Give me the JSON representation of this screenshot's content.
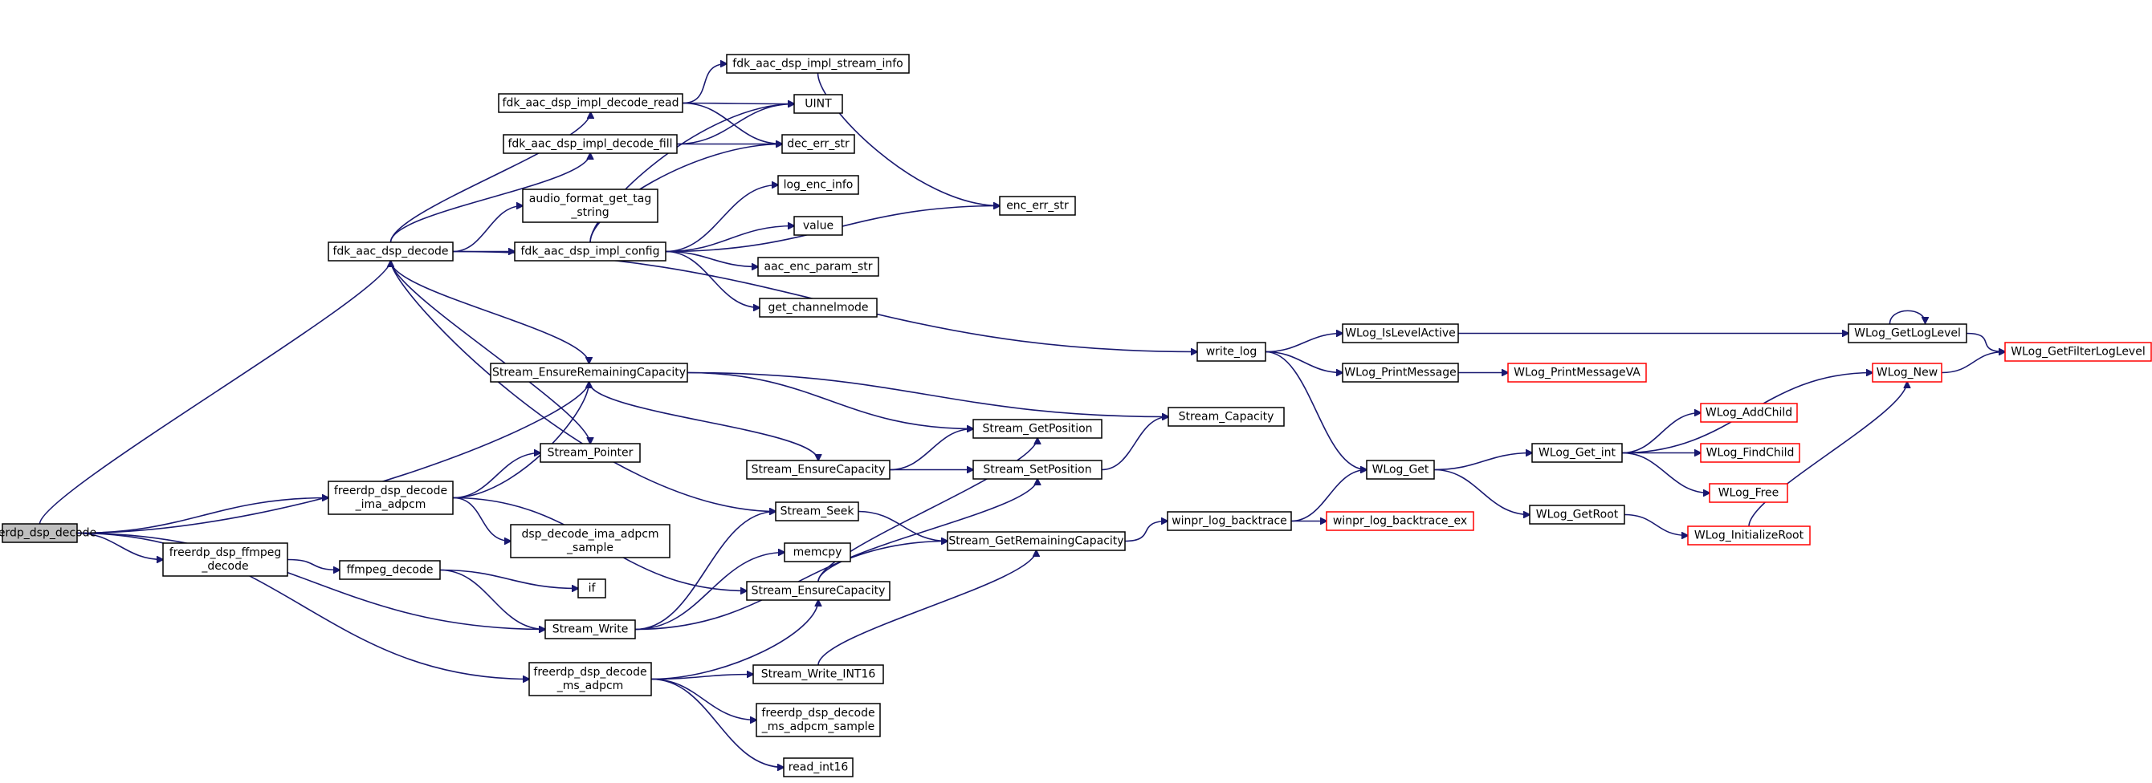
{
  "graph": {
    "edge_color": "#191970",
    "root_fill": "#bfbfbf",
    "truncated_border_color": "#ff0000",
    "nodes": [
      {
        "id": "freerdp_dsp_decode",
        "lines": [
          "freerdp_dsp_decode"
        ],
        "root": true
      },
      {
        "id": "fdk_aac_dsp_decode",
        "lines": [
          "fdk_aac_dsp_decode"
        ]
      },
      {
        "id": "Stream_EnsureRemainingCapacity",
        "lines": [
          "Stream_EnsureRemainingCapacity"
        ]
      },
      {
        "id": "freerdp_dsp_decode_ima_adpcm",
        "lines": [
          "freerdp_dsp_decode",
          "_ima_adpcm"
        ]
      },
      {
        "id": "freerdp_dsp_ffmpeg_decode",
        "lines": [
          "freerdp_dsp_ffmpeg",
          "_decode"
        ]
      },
      {
        "id": "Stream_Write",
        "lines": [
          "Stream_Write"
        ]
      },
      {
        "id": "freerdp_dsp_decode_ms_adpcm",
        "lines": [
          "freerdp_dsp_decode",
          "_ms_adpcm"
        ]
      },
      {
        "id": "fdk_aac_dsp_impl_decode_read",
        "lines": [
          "fdk_aac_dsp_impl_decode_read"
        ]
      },
      {
        "id": "fdk_aac_dsp_impl_decode_fill",
        "lines": [
          "fdk_aac_dsp_impl_decode_fill"
        ]
      },
      {
        "id": "audio_format_get_tag_string",
        "lines": [
          "audio_format_get_tag",
          "_string"
        ]
      },
      {
        "id": "fdk_aac_dsp_impl_config",
        "lines": [
          "fdk_aac_dsp_impl_config"
        ]
      },
      {
        "id": "Stream_Pointer",
        "lines": [
          "Stream_Pointer"
        ]
      },
      {
        "id": "Stream_Seek",
        "lines": [
          "Stream_Seek"
        ]
      },
      {
        "id": "write_log",
        "lines": [
          "write_log"
        ]
      },
      {
        "id": "dsp_decode_ima_adpcm_sample",
        "lines": [
          "dsp_decode_ima_adpcm",
          "_sample"
        ]
      },
      {
        "id": "Stream_EnsureCapacity_a",
        "lines": [
          "Stream_EnsureCapacity"
        ]
      },
      {
        "id": "Stream_EnsureCapacity_b",
        "lines": [
          "Stream_EnsureCapacity"
        ]
      },
      {
        "id": "ffmpeg_decode",
        "lines": [
          "ffmpeg_decode"
        ]
      },
      {
        "id": "if",
        "lines": [
          "if"
        ]
      },
      {
        "id": "memcpy",
        "lines": [
          "memcpy"
        ]
      },
      {
        "id": "Stream_GetRemainingCapacity",
        "lines": [
          "Stream_GetRemainingCapacity"
        ]
      },
      {
        "id": "Stream_Write_INT16",
        "lines": [
          "Stream_Write_INT16"
        ]
      },
      {
        "id": "freerdp_dsp_decode_ms_adpcm_sample",
        "lines": [
          "freerdp_dsp_decode",
          "_ms_adpcm_sample"
        ]
      },
      {
        "id": "read_int16",
        "lines": [
          "read_int16"
        ]
      },
      {
        "id": "fdk_aac_dsp_impl_stream_info",
        "lines": [
          "fdk_aac_dsp_impl_stream_info"
        ]
      },
      {
        "id": "UINT",
        "lines": [
          "UINT"
        ]
      },
      {
        "id": "dec_err_str",
        "lines": [
          "dec_err_str"
        ]
      },
      {
        "id": "log_enc_info",
        "lines": [
          "log_enc_info"
        ]
      },
      {
        "id": "value",
        "lines": [
          "value"
        ]
      },
      {
        "id": "aac_enc_param_str",
        "lines": [
          "aac_enc_param_str"
        ]
      },
      {
        "id": "get_channelmode",
        "lines": [
          "get_channelmode"
        ]
      },
      {
        "id": "enc_err_str",
        "lines": [
          "enc_err_str"
        ]
      },
      {
        "id": "Stream_GetPosition",
        "lines": [
          "Stream_GetPosition"
        ]
      },
      {
        "id": "Stream_SetPosition",
        "lines": [
          "Stream_SetPosition"
        ]
      },
      {
        "id": "Stream_Capacity",
        "lines": [
          "Stream_Capacity"
        ]
      },
      {
        "id": "winpr_log_backtrace",
        "lines": [
          "winpr_log_backtrace"
        ]
      },
      {
        "id": "winpr_log_backtrace_ex",
        "lines": [
          "winpr_log_backtrace_ex"
        ],
        "truncated": true
      },
      {
        "id": "WLog_IsLevelActive",
        "lines": [
          "WLog_IsLevelActive"
        ]
      },
      {
        "id": "WLog_PrintMessage",
        "lines": [
          "WLog_PrintMessage"
        ]
      },
      {
        "id": "WLog_Get",
        "lines": [
          "WLog_Get"
        ]
      },
      {
        "id": "WLog_PrintMessageVA",
        "lines": [
          "WLog_PrintMessageVA"
        ],
        "truncated": true
      },
      {
        "id": "WLog_Get_int",
        "lines": [
          "WLog_Get_int"
        ]
      },
      {
        "id": "WLog_GetRoot",
        "lines": [
          "WLog_GetRoot"
        ]
      },
      {
        "id": "WLog_GetLogLevel",
        "lines": [
          "WLog_GetLogLevel"
        ]
      },
      {
        "id": "WLog_New",
        "lines": [
          "WLog_New"
        ],
        "truncated": true
      },
      {
        "id": "WLog_AddChild",
        "lines": [
          "WLog_AddChild"
        ],
        "truncated": true
      },
      {
        "id": "WLog_FindChild",
        "lines": [
          "WLog_FindChild"
        ],
        "truncated": true
      },
      {
        "id": "WLog_Free",
        "lines": [
          "WLog_Free"
        ],
        "truncated": true
      },
      {
        "id": "WLog_InitializeRoot",
        "lines": [
          "WLog_InitializeRoot"
        ],
        "truncated": true
      },
      {
        "id": "WLog_GetFilterLogLevel",
        "lines": [
          "WLog_GetFilterLogLevel"
        ],
        "truncated": true
      }
    ],
    "edges": [
      [
        "freerdp_dsp_decode",
        "fdk_aac_dsp_decode"
      ],
      [
        "freerdp_dsp_decode",
        "Stream_EnsureRemainingCapacity"
      ],
      [
        "freerdp_dsp_decode",
        "freerdp_dsp_decode_ima_adpcm"
      ],
      [
        "freerdp_dsp_decode",
        "freerdp_dsp_ffmpeg_decode"
      ],
      [
        "freerdp_dsp_decode",
        "Stream_Write"
      ],
      [
        "freerdp_dsp_decode",
        "freerdp_dsp_decode_ms_adpcm"
      ],
      [
        "fdk_aac_dsp_decode",
        "fdk_aac_dsp_impl_decode_read"
      ],
      [
        "fdk_aac_dsp_decode",
        "fdk_aac_dsp_impl_decode_fill"
      ],
      [
        "fdk_aac_dsp_decode",
        "audio_format_get_tag_string"
      ],
      [
        "fdk_aac_dsp_decode",
        "fdk_aac_dsp_impl_config"
      ],
      [
        "fdk_aac_dsp_decode",
        "Stream_EnsureRemainingCapacity"
      ],
      [
        "fdk_aac_dsp_decode",
        "Stream_Pointer"
      ],
      [
        "fdk_aac_dsp_decode",
        "Stream_Seek"
      ],
      [
        "fdk_aac_dsp_decode",
        "write_log"
      ],
      [
        "fdk_aac_dsp_impl_decode_read",
        "fdk_aac_dsp_impl_stream_info"
      ],
      [
        "fdk_aac_dsp_impl_decode_read",
        "UINT"
      ],
      [
        "fdk_aac_dsp_impl_decode_read",
        "dec_err_str"
      ],
      [
        "fdk_aac_dsp_impl_decode_fill",
        "UINT"
      ],
      [
        "fdk_aac_dsp_impl_decode_fill",
        "dec_err_str"
      ],
      [
        "fdk_aac_dsp_impl_config",
        "UINT"
      ],
      [
        "fdk_aac_dsp_impl_config",
        "dec_err_str"
      ],
      [
        "fdk_aac_dsp_impl_config",
        "log_enc_info"
      ],
      [
        "fdk_aac_dsp_impl_config",
        "value"
      ],
      [
        "fdk_aac_dsp_impl_config",
        "aac_enc_param_str"
      ],
      [
        "fdk_aac_dsp_impl_config",
        "get_channelmode"
      ],
      [
        "fdk_aac_dsp_impl_config",
        "enc_err_str"
      ],
      [
        "fdk_aac_dsp_impl_stream_info",
        "enc_err_str"
      ],
      [
        "Stream_EnsureRemainingCapacity",
        "Stream_Capacity"
      ],
      [
        "Stream_EnsureRemainingCapacity",
        "Stream_GetPosition"
      ],
      [
        "Stream_EnsureRemainingCapacity",
        "Stream_EnsureCapacity_a"
      ],
      [
        "freerdp_dsp_decode_ima_adpcm",
        "Stream_EnsureRemainingCapacity"
      ],
      [
        "freerdp_dsp_decode_ima_adpcm",
        "Stream_Pointer"
      ],
      [
        "freerdp_dsp_decode_ima_adpcm",
        "dsp_decode_ima_adpcm_sample"
      ],
      [
        "freerdp_dsp_decode_ima_adpcm",
        "Stream_EnsureCapacity_b"
      ],
      [
        "freerdp_dsp_ffmpeg_decode",
        "ffmpeg_decode"
      ],
      [
        "ffmpeg_decode",
        "if"
      ],
      [
        "ffmpeg_decode",
        "Stream_Write"
      ],
      [
        "Stream_Write",
        "Stream_Seek"
      ],
      [
        "Stream_Write",
        "memcpy"
      ],
      [
        "Stream_Write",
        "Stream_GetRemainingCapacity"
      ],
      [
        "freerdp_dsp_decode_ms_adpcm",
        "Stream_EnsureCapacity_b"
      ],
      [
        "freerdp_dsp_decode_ms_adpcm",
        "Stream_Write_INT16"
      ],
      [
        "freerdp_dsp_decode_ms_adpcm",
        "freerdp_dsp_decode_ms_adpcm_sample"
      ],
      [
        "freerdp_dsp_decode_ms_adpcm",
        "read_int16"
      ],
      [
        "Stream_EnsureCapacity_a",
        "Stream_GetPosition"
      ],
      [
        "Stream_EnsureCapacity_a",
        "Stream_SetPosition"
      ],
      [
        "Stream_EnsureCapacity_b",
        "Stream_GetPosition"
      ],
      [
        "Stream_EnsureCapacity_b",
        "Stream_SetPosition"
      ],
      [
        "Stream_SetPosition",
        "Stream_Capacity"
      ],
      [
        "Stream_Seek",
        "Stream_GetRemainingCapacity"
      ],
      [
        "Stream_Write_INT16",
        "Stream_GetRemainingCapacity"
      ],
      [
        "Stream_GetRemainingCapacity",
        "winpr_log_backtrace"
      ],
      [
        "winpr_log_backtrace",
        "winpr_log_backtrace_ex"
      ],
      [
        "winpr_log_backtrace",
        "WLog_Get"
      ],
      [
        "write_log",
        "WLog_IsLevelActive"
      ],
      [
        "write_log",
        "WLog_PrintMessage"
      ],
      [
        "write_log",
        "WLog_Get"
      ],
      [
        "WLog_IsLevelActive",
        "WLog_GetLogLevel"
      ],
      [
        "WLog_PrintMessage",
        "WLog_PrintMessageVA"
      ],
      [
        "WLog_Get",
        "WLog_Get_int"
      ],
      [
        "WLog_Get",
        "WLog_GetRoot"
      ],
      [
        "WLog_Get_int",
        "WLog_New"
      ],
      [
        "WLog_Get_int",
        "WLog_AddChild"
      ],
      [
        "WLog_Get_int",
        "WLog_FindChild"
      ],
      [
        "WLog_Get_int",
        "WLog_Free"
      ],
      [
        "WLog_GetRoot",
        "WLog_InitializeRoot"
      ],
      [
        "WLog_InitializeRoot",
        "WLog_New"
      ],
      [
        "WLog_New",
        "WLog_GetFilterLogLevel"
      ],
      [
        "WLog_GetLogLevel",
        "WLog_GetFilterLogLevel"
      ],
      [
        "WLog_GetLogLevel",
        "WLog_GetLogLevel"
      ]
    ]
  }
}
